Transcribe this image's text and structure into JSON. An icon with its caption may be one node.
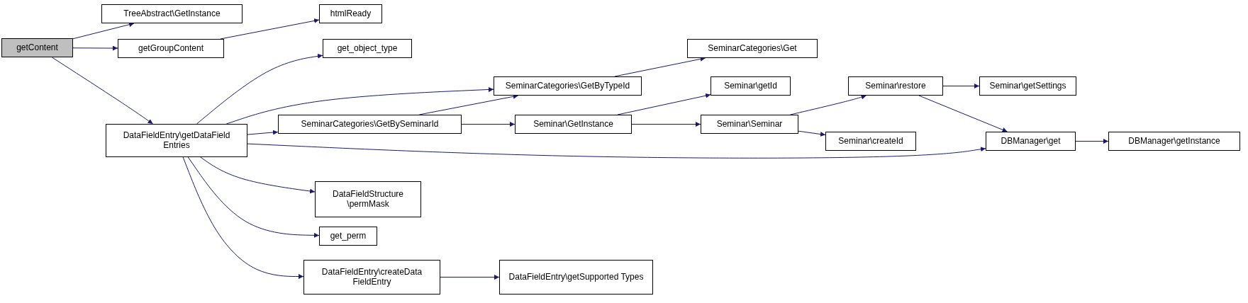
{
  "diagram": {
    "nodes": [
      {
        "text": [
          "getContent"
        ]
      },
      {
        "text": [
          "TreeAbstract\\GetInstance"
        ]
      },
      {
        "text": [
          "getGroupContent"
        ]
      },
      {
        "text": [
          "htmlReady"
        ]
      },
      {
        "text": [
          "get_object_type"
        ]
      },
      {
        "text": [
          "DataFieldEntry\\getDataField Entries"
        ]
      },
      {
        "text": [
          "SeminarCategories\\GetByTypeId"
        ]
      },
      {
        "text": [
          "SeminarCategories\\Get"
        ]
      },
      {
        "text": [
          "SeminarCategories\\GetBySeminarId"
        ]
      },
      {
        "text": [
          "Seminar\\getId"
        ]
      },
      {
        "text": [
          "Seminar\\GetInstance"
        ]
      },
      {
        "text": [
          "Seminar\\restore"
        ]
      },
      {
        "text": [
          "Seminar\\getSettings"
        ]
      },
      {
        "text": [
          "Seminar\\Seminar"
        ]
      },
      {
        "text": [
          "Seminar\\createId"
        ]
      },
      {
        "text": [
          "DBManager\\get"
        ]
      },
      {
        "text": [
          "DBManager\\getInstance"
        ]
      },
      {
        "text": [
          "DataFieldStructure \\permMask"
        ]
      },
      {
        "text": [
          "get_perm"
        ]
      },
      {
        "text": [
          "DataFieldEntry\\createData FieldEntry"
        ]
      },
      {
        "text": [
          "DataFieldEntry\\getSupported Types"
        ]
      }
    ],
    "edges": [
      {
        "from": 0,
        "to": 1,
        "arrow": "to"
      },
      {
        "from": 0,
        "to": 2,
        "arrow": "to"
      },
      {
        "from": 0,
        "to": 5,
        "arrow": "to"
      },
      {
        "from": 2,
        "to": 3,
        "arrow": "to"
      },
      {
        "from": 5,
        "to": 4,
        "arrow": "to"
      },
      {
        "from": 5,
        "to": 6,
        "arrow": "to"
      },
      {
        "from": 5,
        "to": 8,
        "arrow": "to"
      },
      {
        "from": 5,
        "to": 15,
        "arrow": "to"
      },
      {
        "from": 5,
        "to": 17,
        "arrow": "to"
      },
      {
        "from": 5,
        "to": 18,
        "arrow": "to"
      },
      {
        "from": 5,
        "to": 19,
        "arrow": "to"
      },
      {
        "from": 6,
        "to": 7,
        "arrow": "to"
      },
      {
        "from": 8,
        "to": 6,
        "arrow": "to"
      },
      {
        "from": 8,
        "to": 10,
        "arrow": "to"
      },
      {
        "from": 10,
        "to": 9,
        "arrow": "to"
      },
      {
        "from": 10,
        "to": 13,
        "arrow": "to"
      },
      {
        "from": 13,
        "to": 11,
        "arrow": "to"
      },
      {
        "from": 13,
        "to": 14,
        "arrow": "to"
      },
      {
        "from": 11,
        "to": 12,
        "arrow": "to"
      },
      {
        "from": 11,
        "to": 15,
        "arrow": "to"
      },
      {
        "from": 15,
        "to": 16,
        "arrow": "to"
      },
      {
        "from": 19,
        "to": 20,
        "arrow": "to"
      }
    ]
  }
}
